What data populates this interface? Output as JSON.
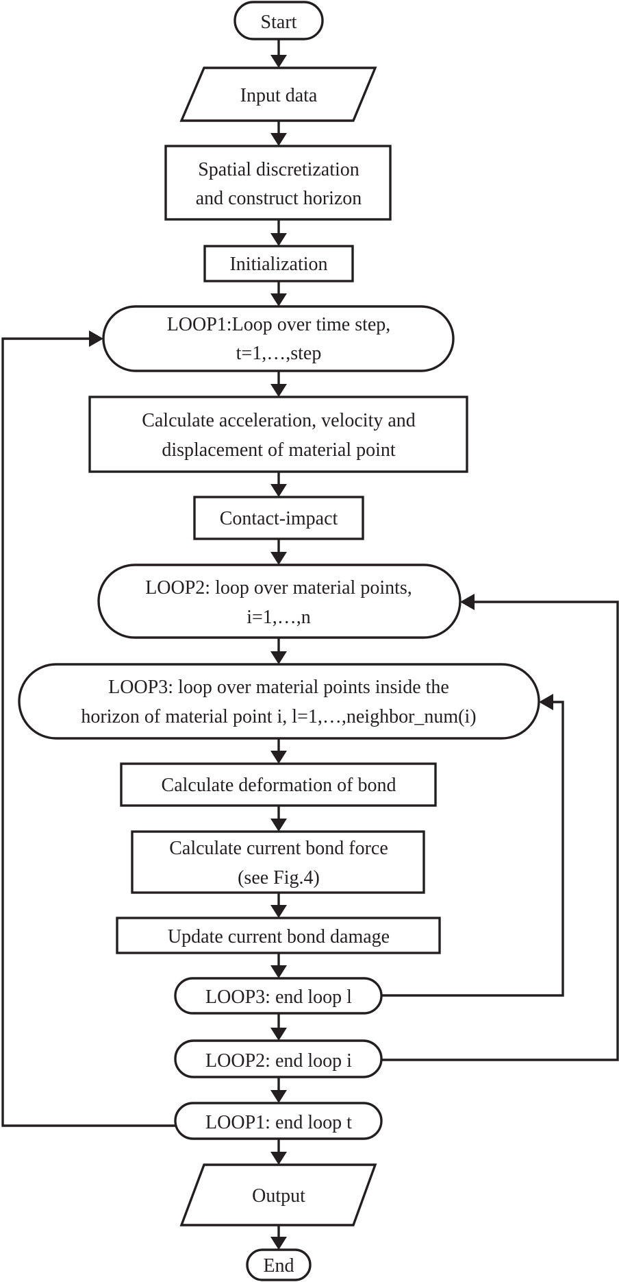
{
  "nodes": {
    "start": {
      "lines": [
        "Start"
      ]
    },
    "input": {
      "lines": [
        "Input data"
      ]
    },
    "spatial": {
      "lines": [
        "Spatial discretization",
        "and construct horizon"
      ]
    },
    "init": {
      "lines": [
        "Initialization"
      ]
    },
    "loop1": {
      "lines": [
        "LOOP1:Loop over time step,",
        "t=1,…,step"
      ]
    },
    "calc_acc": {
      "lines": [
        "Calculate acceleration, velocity and",
        "displacement of material point"
      ]
    },
    "contact": {
      "lines": [
        "Contact-impact"
      ]
    },
    "loop2": {
      "lines": [
        "LOOP2: loop over material points,",
        "i=1,…,n"
      ]
    },
    "loop3": {
      "lines": [
        "LOOP3: loop over material points inside the",
        "horizon of material point i, l=1,…,neighbor_num(i)"
      ]
    },
    "calc_def": {
      "lines": [
        "Calculate deformation of bond"
      ]
    },
    "calc_force": {
      "lines": [
        "Calculate current bond force",
        "(see Fig.4)"
      ]
    },
    "update": {
      "lines": [
        "Update current bond damage"
      ]
    },
    "end3": {
      "lines": [
        "LOOP3: end loop l"
      ]
    },
    "end2": {
      "lines": [
        "LOOP2: end loop i"
      ]
    },
    "end1": {
      "lines": [
        "LOOP1: end loop t"
      ]
    },
    "output": {
      "lines": [
        "Output"
      ]
    },
    "end": {
      "lines": [
        "End"
      ]
    }
  }
}
